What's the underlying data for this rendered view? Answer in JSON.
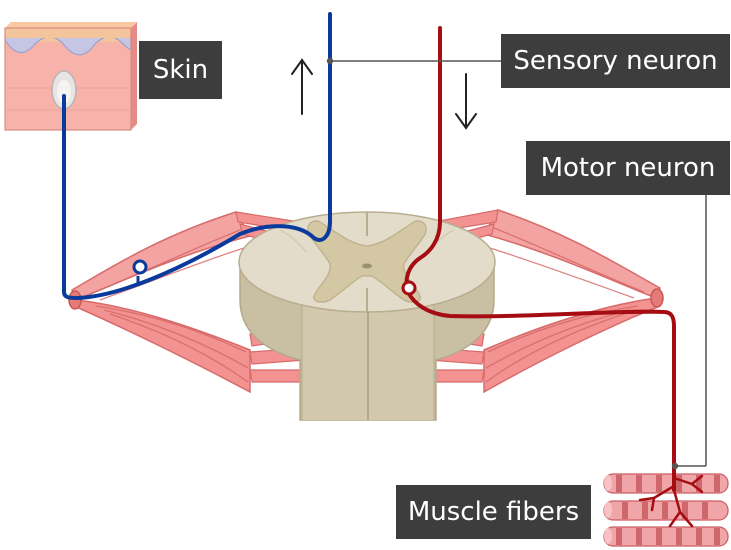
{
  "labels": {
    "skin": "Skin",
    "sensory_neuron": "Sensory neuron",
    "motor_neuron": "Motor neuron",
    "muscle_fibers": "Muscle fibers"
  },
  "colors": {
    "sensory": "#0a3a9c",
    "motor": "#a50d12",
    "nerve_pink": "#f0908e",
    "gray_matter": "#d6ccae",
    "white_matter": "#e3dccb",
    "label_bg": "#3d3d3d"
  },
  "icons": {
    "afferent_arrow": "arrow-up-icon",
    "efferent_arrow": "arrow-down-icon"
  }
}
